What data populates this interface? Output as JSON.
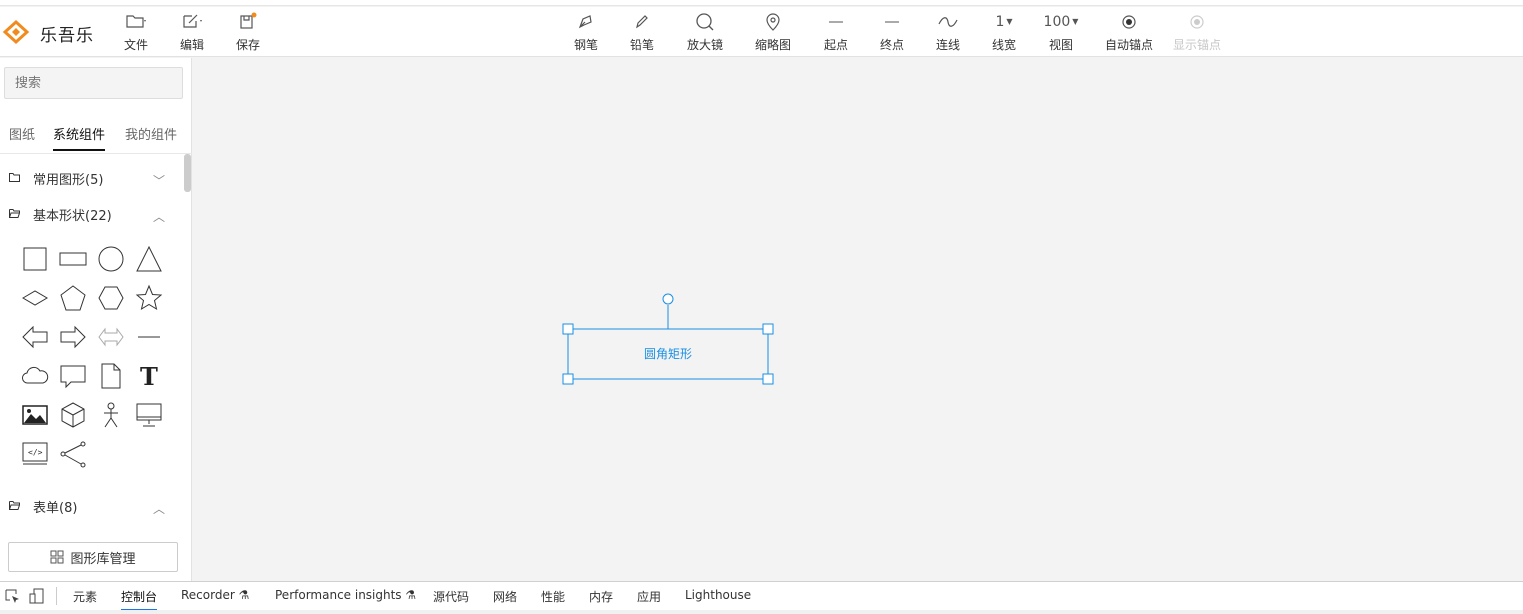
{
  "app": {
    "brand": "乐吾乐",
    "accent": "#f08c1e"
  },
  "toolbar": {
    "file": "文件",
    "edit": "编辑",
    "save": "保存",
    "pen": "钢笔",
    "pencil": "铅笔",
    "magnifier": "放大镜",
    "minimap": "缩略图",
    "start": "起点",
    "end": "终点",
    "connector": "连线",
    "line_width_value": "1",
    "line_width": "线宽",
    "zoom_value": "100",
    "view": "视图",
    "auto_anchor": "自动锚点",
    "show_anchor": "显示锚点"
  },
  "sidebar": {
    "search_placeholder": "搜索",
    "tabs": [
      "图纸",
      "系统组件",
      "我的组件"
    ],
    "categories": [
      {
        "label": "常用图形(5)",
        "expanded": false
      },
      {
        "label": "基本形状(22)",
        "expanded": true
      },
      {
        "label": "表单(8)",
        "expanded": true
      }
    ],
    "library_button": "图形库管理"
  },
  "canvas": {
    "selected_shape_text": "圆角矩形",
    "selection_color": "#1a8fe3"
  },
  "devtools": {
    "tabs": [
      "元素",
      "控制台",
      "Recorder",
      "Performance insights",
      "源代码",
      "网络",
      "性能",
      "内存",
      "应用",
      "Lighthouse"
    ],
    "active_tab": "控制台"
  }
}
